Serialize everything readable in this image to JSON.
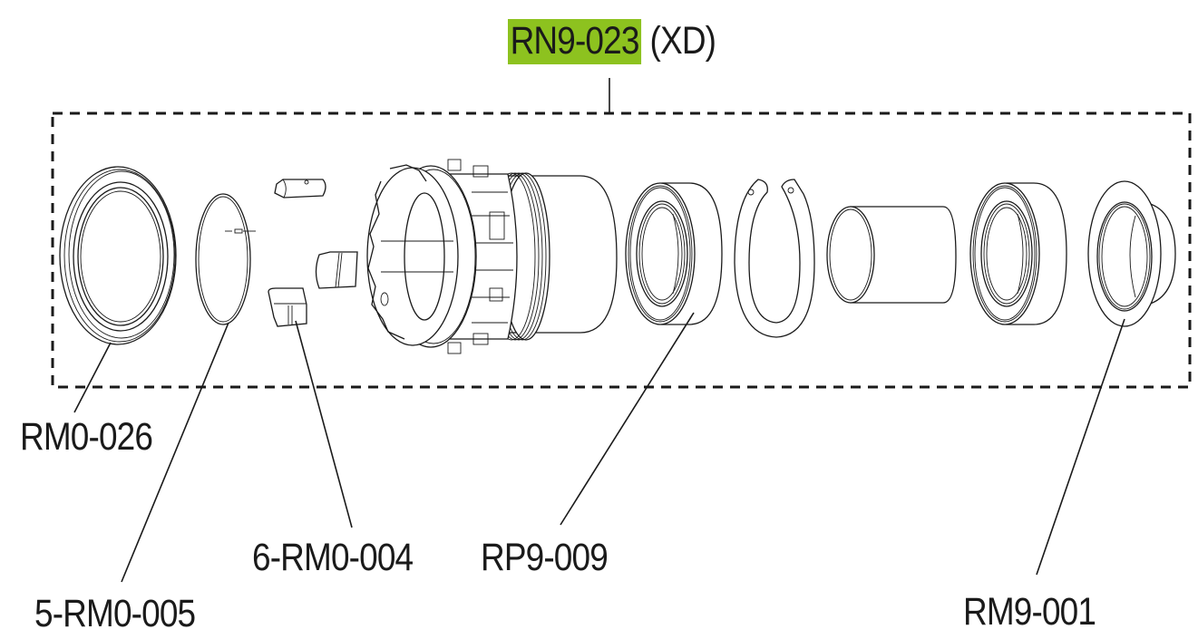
{
  "diagram": {
    "title": {
      "part_number": "RN9-023",
      "suffix": "(XD)",
      "highlight_color": "#8dc21f"
    },
    "group_box": {
      "style": "dashed",
      "color": "#1a1a1a"
    },
    "parts": [
      {
        "id": "end-cap-left",
        "label": "RM0-026",
        "shape": "flanged seal ring"
      },
      {
        "id": "snap-ring",
        "label": "5-RM0-005",
        "shape": "thin wire snap ring"
      },
      {
        "id": "pawls",
        "label": "6-RM0-004",
        "shape": "pawls"
      },
      {
        "id": "freehub-body",
        "label": "",
        "shape": "XD driver body"
      },
      {
        "id": "bearing-left",
        "label": "RP9-009",
        "shape": "cartridge bearing"
      },
      {
        "id": "circlip",
        "label": "",
        "shape": "internal circlip"
      },
      {
        "id": "spacer",
        "label": "",
        "shape": "tube spacer"
      },
      {
        "id": "bearing-right",
        "label": "",
        "shape": "cartridge bearing"
      },
      {
        "id": "end-cap-right",
        "label": "RM9-001",
        "shape": "flanged end cap"
      }
    ]
  }
}
